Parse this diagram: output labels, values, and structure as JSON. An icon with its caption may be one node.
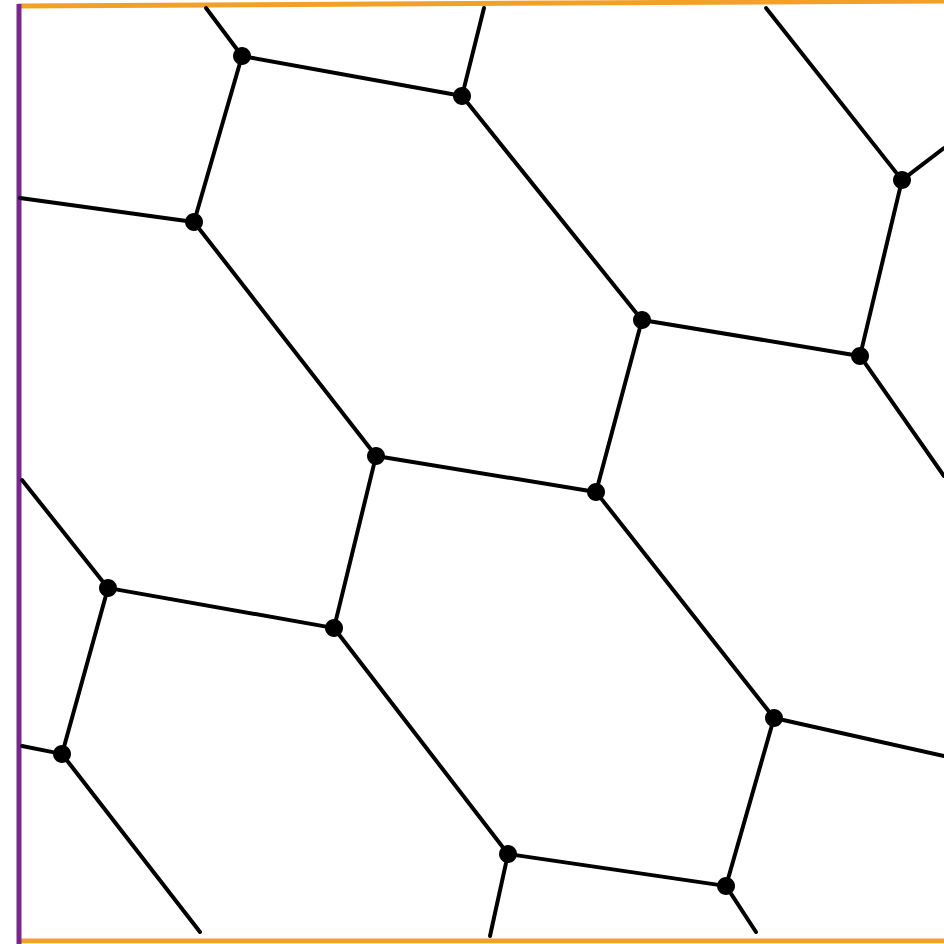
{
  "diagram": {
    "nodes": [
      {
        "text": [],
        "shape": "circle"
      },
      {
        "text": [],
        "shape": "circle"
      },
      {
        "text": [],
        "shape": "circle"
      },
      {
        "text": [],
        "shape": "circle"
      },
      {
        "text": [],
        "shape": "circle"
      },
      {
        "text": [],
        "shape": "circle"
      },
      {
        "text": [],
        "shape": "circle"
      },
      {
        "text": [],
        "shape": "circle"
      },
      {
        "text": [],
        "shape": "circle"
      },
      {
        "text": [],
        "shape": "circle"
      },
      {
        "text": [],
        "shape": "circle"
      },
      {
        "text": [],
        "shape": "circle"
      },
      {
        "text": [],
        "shape": "circle"
      },
      {
        "text": [],
        "shape": "circle"
      }
    ],
    "edges": [
      {
        "from": 0,
        "to": 1,
        "arrow": "none"
      },
      {
        "from": 0,
        "to": 2,
        "arrow": "none"
      },
      {
        "from": 0,
        "to": null,
        "arrow": "none"
      },
      {
        "from": 1,
        "to": null,
        "arrow": "none"
      },
      {
        "from": 1,
        "to": 4,
        "arrow": "none"
      },
      {
        "from": 2,
        "to": null,
        "arrow": "none"
      },
      {
        "from": 2,
        "to": 6,
        "arrow": "none"
      },
      {
        "from": 3,
        "to": null,
        "arrow": "none"
      },
      {
        "from": 3,
        "to": null,
        "arrow": "none"
      },
      {
        "from": 3,
        "to": 5,
        "arrow": "none"
      },
      {
        "from": 4,
        "to": 5,
        "arrow": "none"
      },
      {
        "from": 4,
        "to": 7,
        "arrow": "none"
      },
      {
        "from": 5,
        "to": null,
        "arrow": "none"
      },
      {
        "from": 6,
        "to": 7,
        "arrow": "none"
      },
      {
        "from": 6,
        "to": 9,
        "arrow": "none"
      },
      {
        "from": 7,
        "to": 10,
        "arrow": "none"
      },
      {
        "from": 8,
        "to": null,
        "arrow": "none"
      },
      {
        "from": 8,
        "to": 9,
        "arrow": "none"
      },
      {
        "from": 8,
        "to": 11,
        "arrow": "none"
      },
      {
        "from": 9,
        "to": 12,
        "arrow": "none"
      },
      {
        "from": 10,
        "to": 13,
        "arrow": "none"
      },
      {
        "from": 10,
        "to": null,
        "arrow": "none"
      },
      {
        "from": 11,
        "to": null,
        "arrow": "none"
      },
      {
        "from": 11,
        "to": null,
        "arrow": "none"
      },
      {
        "from": 12,
        "to": 13,
        "arrow": "none"
      },
      {
        "from": 12,
        "to": null,
        "arrow": "none"
      },
      {
        "from": 13,
        "to": null,
        "arrow": "none"
      }
    ]
  }
}
